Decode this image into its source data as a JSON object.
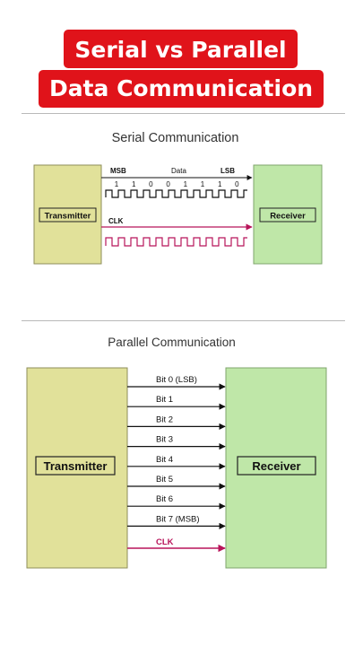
{
  "header": {
    "title_line1": "Serial vs Parallel",
    "title_line2": "Data Communication"
  },
  "serial": {
    "title": "Serial Communication",
    "transmitter_label": "Transmitter",
    "receiver_label": "Receiver",
    "msb_label": "MSB",
    "data_label": "Data",
    "lsb_label": "LSB",
    "bits": [
      "1",
      "1",
      "0",
      "0",
      "1",
      "1",
      "1",
      "0"
    ],
    "clk_label": "CLK"
  },
  "parallel": {
    "title": "Parallel Communication",
    "transmitter_label": "Transmitter",
    "receiver_label": "Receiver",
    "lines": [
      "Bit 0 (LSB)",
      "Bit 1",
      "Bit 2",
      "Bit 3",
      "Bit 4",
      "Bit 5",
      "Bit 6",
      "Bit 7 (MSB)"
    ],
    "clk_label": "CLK"
  },
  "colors": {
    "banner": "#e0131a",
    "transmitter_fill": "#e1e19a",
    "receiver_fill": "#bfe7a8",
    "clk_line": "#b8145a",
    "wire": "#111111"
  }
}
